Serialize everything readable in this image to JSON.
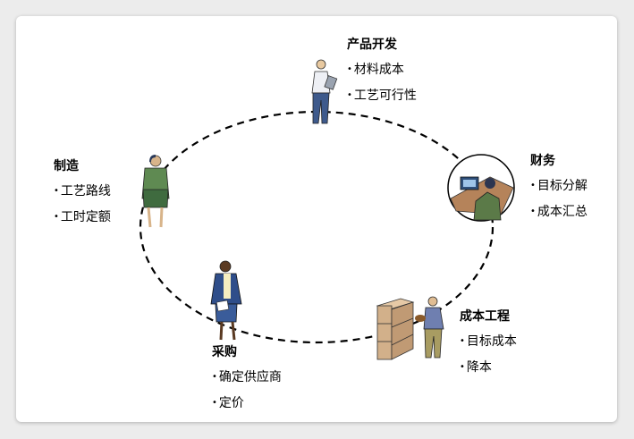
{
  "roles": [
    {
      "id": "product-dev",
      "title": "产品开发",
      "items": [
        "材料成本",
        "工艺可行性"
      ]
    },
    {
      "id": "finance",
      "title": "财务",
      "items": [
        "目标分解",
        "成本汇总"
      ]
    },
    {
      "id": "cost-eng",
      "title": "成本工程",
      "items": [
        "目标成本",
        "降本"
      ]
    },
    {
      "id": "purchasing",
      "title": "采购",
      "items": [
        "确定供应商",
        "定价"
      ]
    },
    {
      "id": "manufacturing",
      "title": "制造",
      "items": [
        "工艺路线",
        "工时定额"
      ]
    }
  ],
  "colors": {
    "line": "#000000",
    "card": "#ffffff",
    "background": "#ececec"
  }
}
